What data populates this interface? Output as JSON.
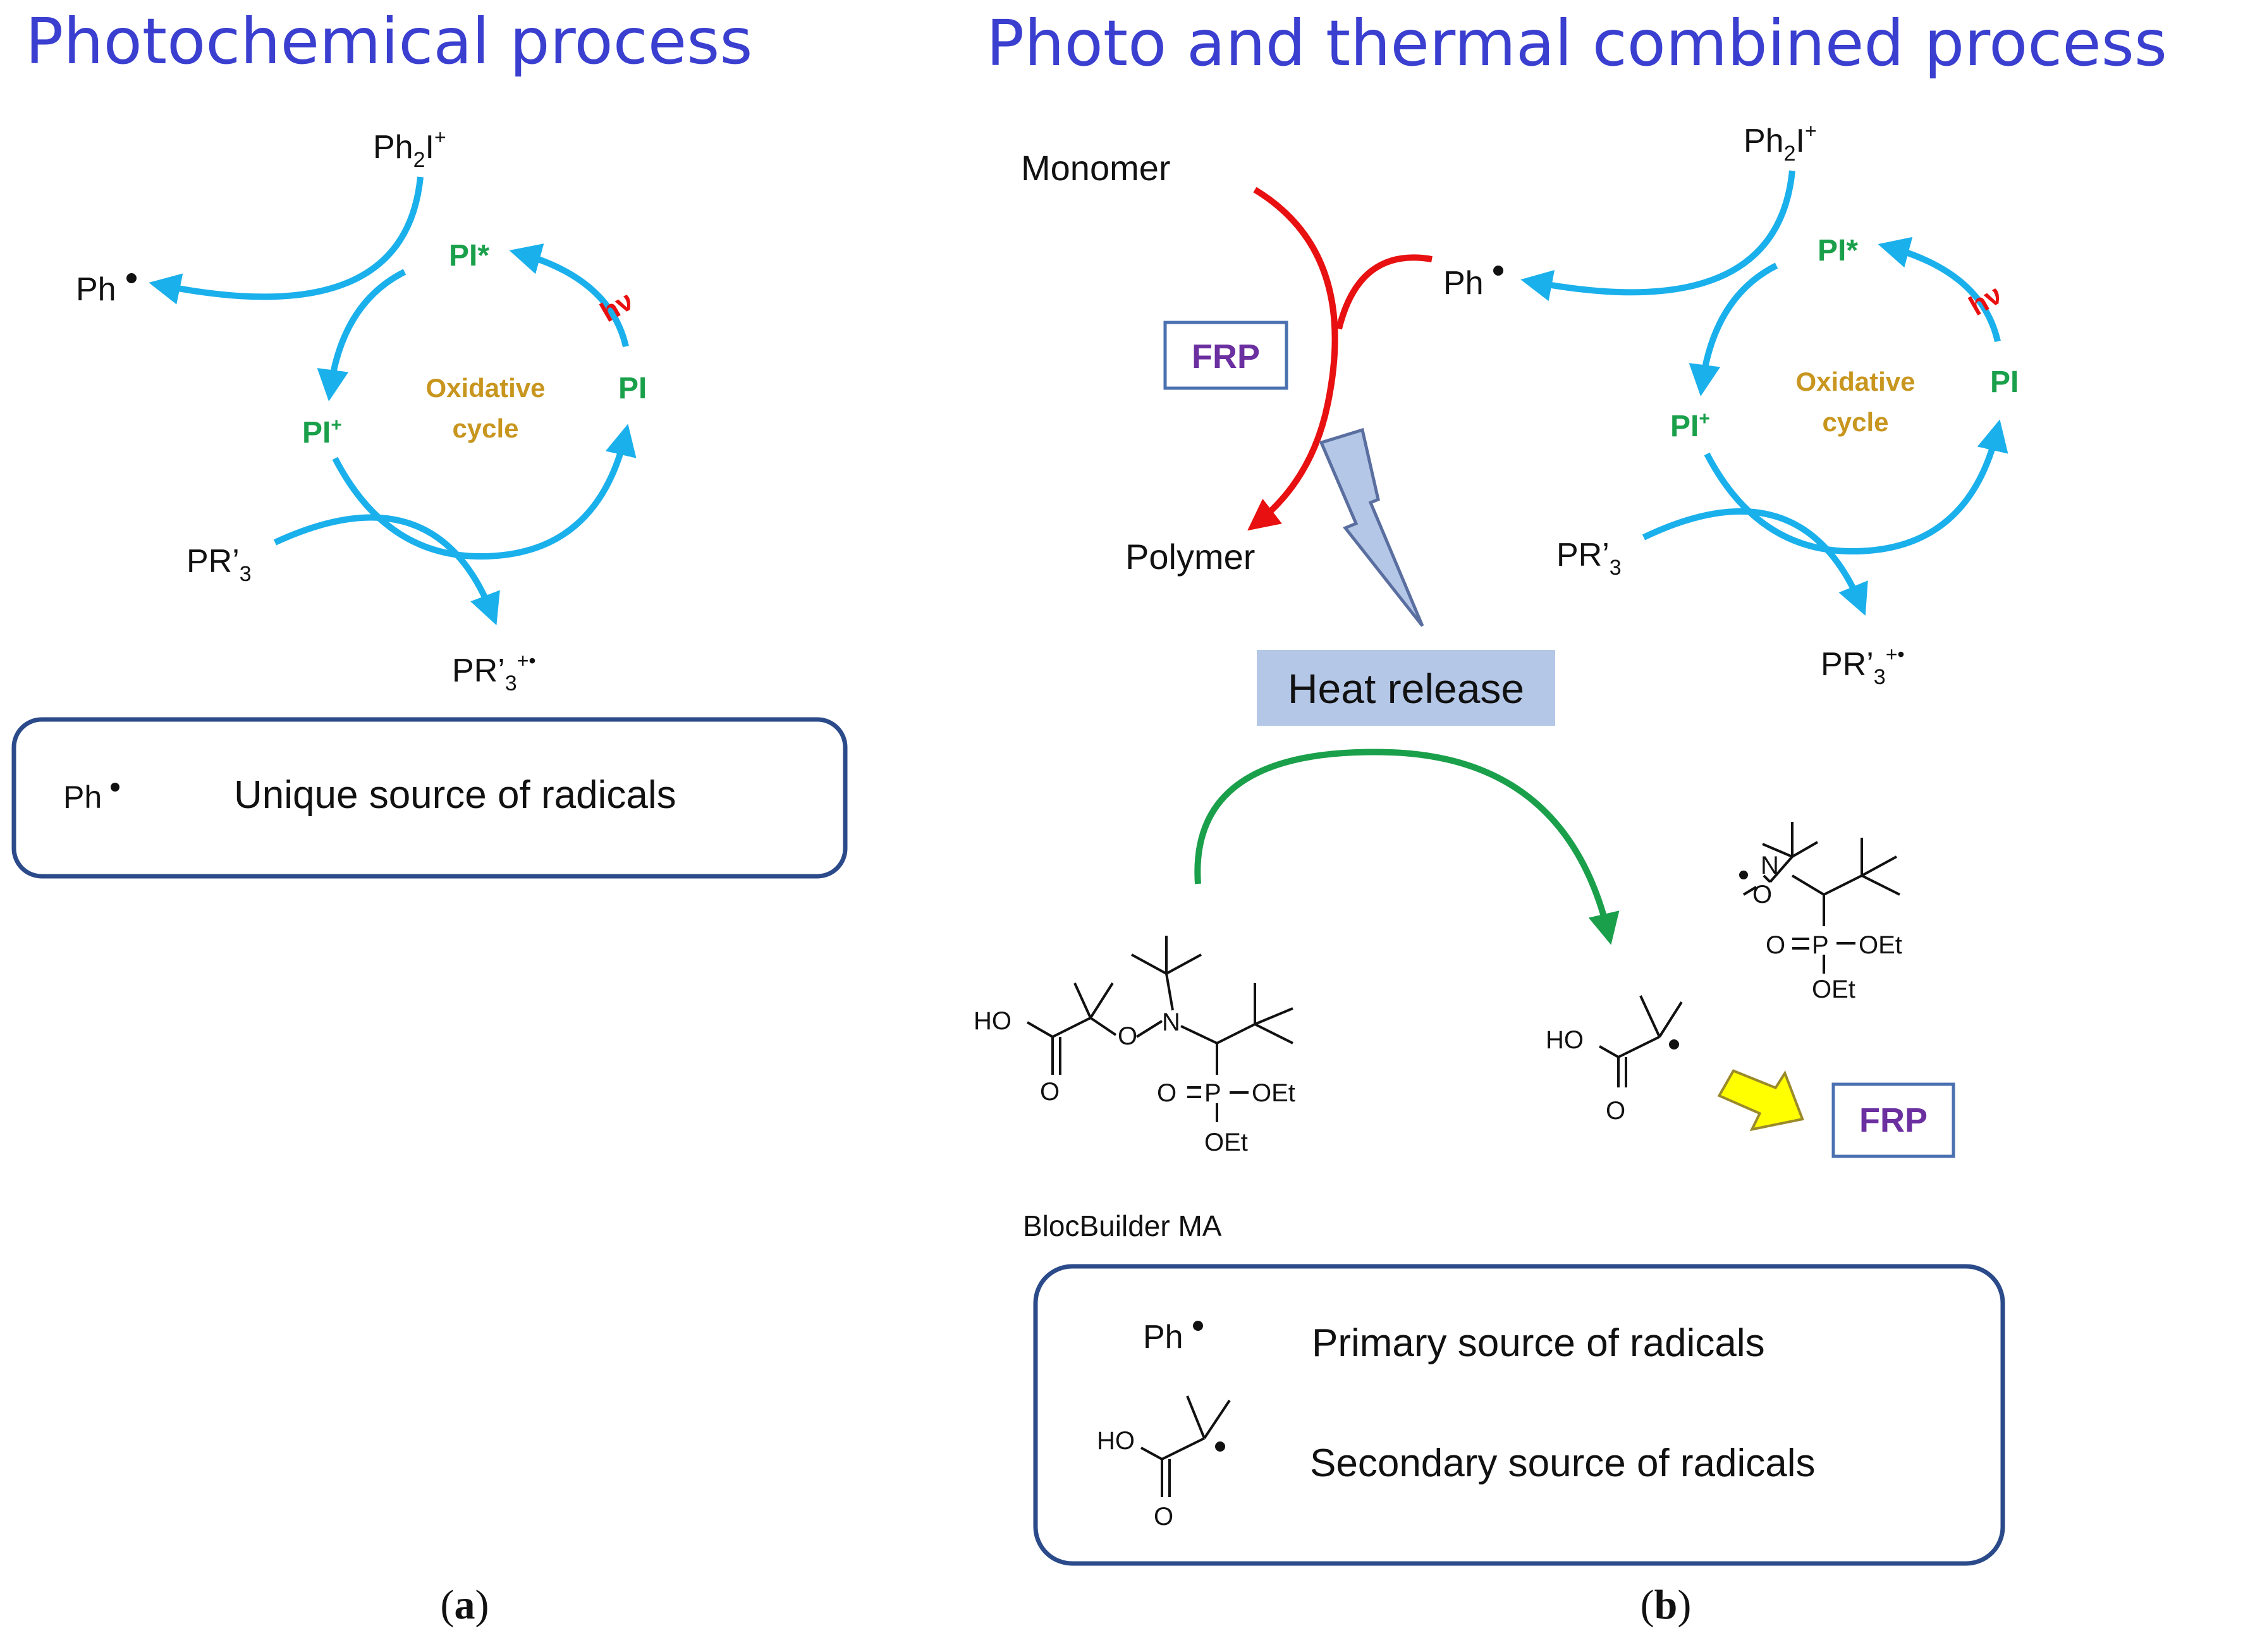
{
  "panel_a": {
    "title": "Photochemical process",
    "cycle": {
      "ph2i": "Ph",
      "ph2i_sub": "2",
      "ph2i_rest": "I",
      "ph2i_sup": "+",
      "ph_radical": "Ph",
      "pi_star": "PI*",
      "hv": "hν",
      "pi": "PI",
      "pi_plus": "PI",
      "pi_plus_sup": "+",
      "center_line1": "Oxidative",
      "center_line2": "cycle",
      "pr3": "PR’",
      "pr3_sub": "3",
      "pr3_radcat": "PR’",
      "pr3_radcat_sub": "3",
      "pr3_radcat_sup": "+•"
    },
    "box": {
      "species": "Ph",
      "text": "Unique source of radicals"
    },
    "caption_open": "(",
    "caption_letter": "a",
    "caption_close": ")"
  },
  "panel_b": {
    "title": "Photo and thermal combined process",
    "monomer": "Monomer",
    "polymer": "Polymer",
    "frp_top": "FRP",
    "ph_radical": "Ph",
    "heat_release": "Heat release",
    "cycle": {
      "ph2i": "Ph",
      "ph2i_sub": "2",
      "ph2i_rest": "I",
      "ph2i_sup": "+",
      "pi_star": "PI*",
      "hv": "hν",
      "pi": "PI",
      "pi_plus": "PI",
      "pi_plus_sup": "+",
      "center_line1": "Oxidative",
      "center_line2": "cycle",
      "pr3": "PR’",
      "pr3_sub": "3",
      "pr3_radcat": "PR’",
      "pr3_radcat_sub": "3",
      "pr3_radcat_sup": "+•"
    },
    "molecule_labels": {
      "ho": "HO",
      "o": "O",
      "n": "N",
      "p": "P",
      "oet": "OEt",
      "ho_product": "HO",
      "o_product": "O",
      "nitroxide_n": "N",
      "nitroxide_o": "O",
      "nitroxide_p": "P",
      "nitroxide_oet": "OEt"
    },
    "blocbuilder": "BlocBuilder MA",
    "frp_bottom": "FRP",
    "box": {
      "primary_species": "Ph",
      "primary_text": "Primary source of radicals",
      "secondary_text": "Secondary source of radicals"
    },
    "caption_open": "(",
    "caption_letter": "b",
    "caption_close": ")"
  },
  "colors": {
    "title": "#3a3fd0",
    "cycle_arrow": "#1ab0ec",
    "red_arrow": "#e81010",
    "green_arrow": "#1aa04b",
    "species_green": "#1aa04b",
    "center_gold": "#c8961e",
    "frp_purple": "#6b2fa0",
    "box_border": "#2b4a8a",
    "heat_fill": "#b4c7e7",
    "yellow_arrow": "#ffff00"
  }
}
